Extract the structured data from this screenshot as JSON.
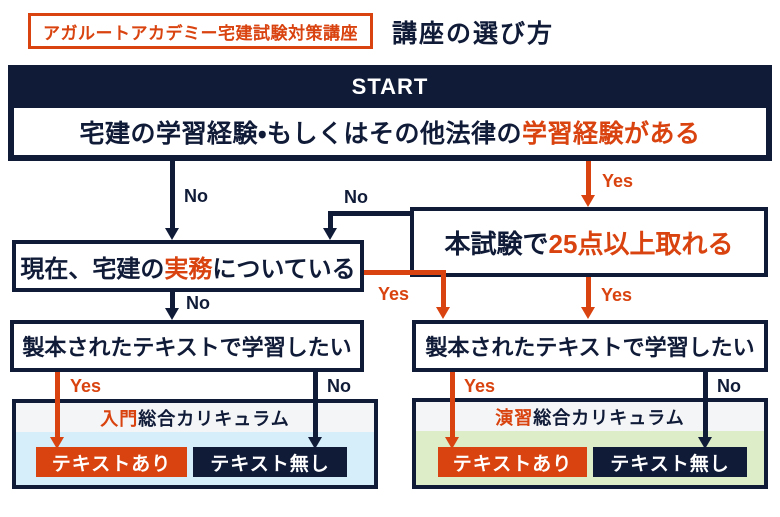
{
  "colors": {
    "navy": "#101b38",
    "orange": "#d9430f",
    "light_blue": "#d5eefa",
    "light_green": "#dcedc8",
    "strip_gray": "#f4f5f6"
  },
  "header": {
    "brand": "アガルートアカデミー宅建試験対策講座",
    "title": "講座の選び方"
  },
  "flow": {
    "start": "START",
    "q_experience": {
      "main": "宅建の学習経験・もしくはその他法律の",
      "accent": "学習経験がある"
    },
    "q_exam": {
      "main": "本試験で",
      "accent": "25点以上取れる"
    },
    "q_work": {
      "pre": "現在、宅建の",
      "accent": "実務",
      "post": "についている"
    },
    "q_text_left": "製本されたテキストで学習したい",
    "q_text_right": "製本されたテキストで学習したい",
    "labels": {
      "exp_no": "No",
      "exp_yes": "Yes",
      "exam_no": "No",
      "exam_yes": "Yes",
      "work_yes": "Yes",
      "work_no": "No",
      "textl_yes": "Yes",
      "textl_no": "No",
      "textr_yes": "Yes",
      "textr_no": "No"
    }
  },
  "panels": {
    "left": {
      "title_accent": "入門",
      "title_rest": "総合カリキュラム",
      "button_with_text": "テキストあり",
      "button_without_text": "テキスト無し"
    },
    "right": {
      "title_accent": "演習",
      "title_rest": "総合カリキュラム",
      "button_with_text": "テキストあり",
      "button_without_text": "テキスト無し"
    }
  }
}
